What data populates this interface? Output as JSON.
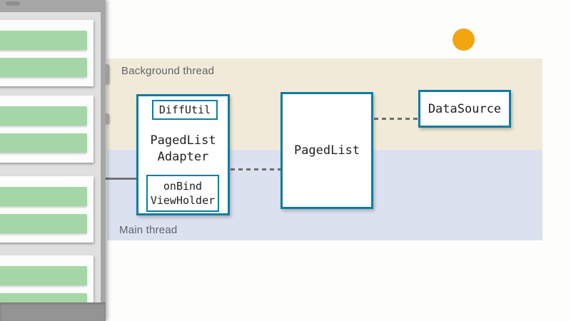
{
  "slide": {
    "threads": {
      "background": {
        "label": "Background thread"
      },
      "main": {
        "label": "Main thread"
      }
    },
    "boxes": {
      "adapter": {
        "line1": "PagedList",
        "line2": "Adapter"
      },
      "diffutil": {
        "label": "DiffUtil"
      },
      "onbind": {
        "line1": "onBind",
        "line2": "ViewHolder"
      },
      "pagedlist": {
        "label": "PagedList"
      },
      "datasource": {
        "label": "DataSource"
      }
    },
    "phone": {
      "list_cards": 4,
      "bars_per_card": 2
    },
    "colors": {
      "band_background_thread": "#F1EAD8",
      "band_main_thread": "#DBE1EF",
      "box_border": "#0E7CA3",
      "box_text": "#202124",
      "band_label_text": "#5F6368",
      "connector_gray": "#757575",
      "dashed_line_gray": "#6E6E6E",
      "list_item_green": "#A5D6A7",
      "phone_frame_gray": "#A6A6A6",
      "marker_orange": "#F2A50F"
    }
  }
}
